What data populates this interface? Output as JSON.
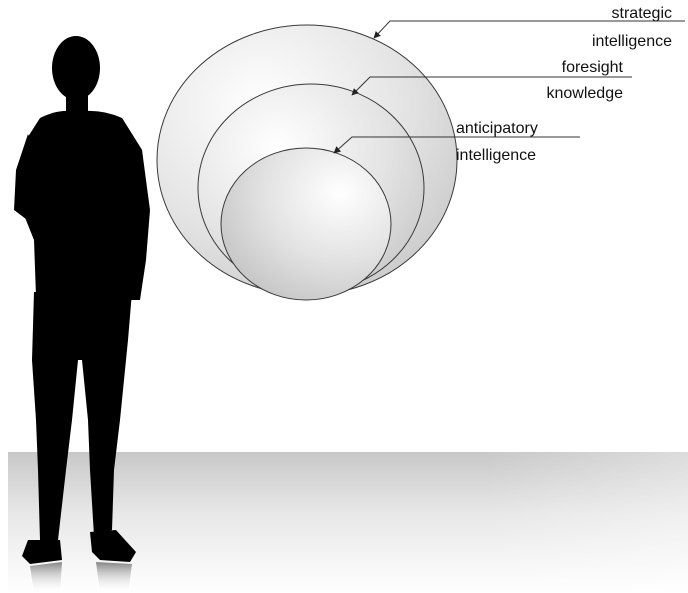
{
  "diagram": {
    "levels": [
      {
        "id": "strategic",
        "line1": "strategic",
        "line2": "intelligence"
      },
      {
        "id": "foresight",
        "line1": "foresight",
        "line2": "knowledge"
      },
      {
        "id": "anticipatory",
        "line1": "anticipatory",
        "line2": "intelligence"
      }
    ]
  },
  "colors": {
    "floor": "#c8c8c8",
    "silhouette": "#000000",
    "circle_fill": "#e6e6e6",
    "circle_stroke": "#3a3a3a",
    "text": "#111111"
  },
  "icons": {
    "figure": "person-silhouette-icon"
  }
}
